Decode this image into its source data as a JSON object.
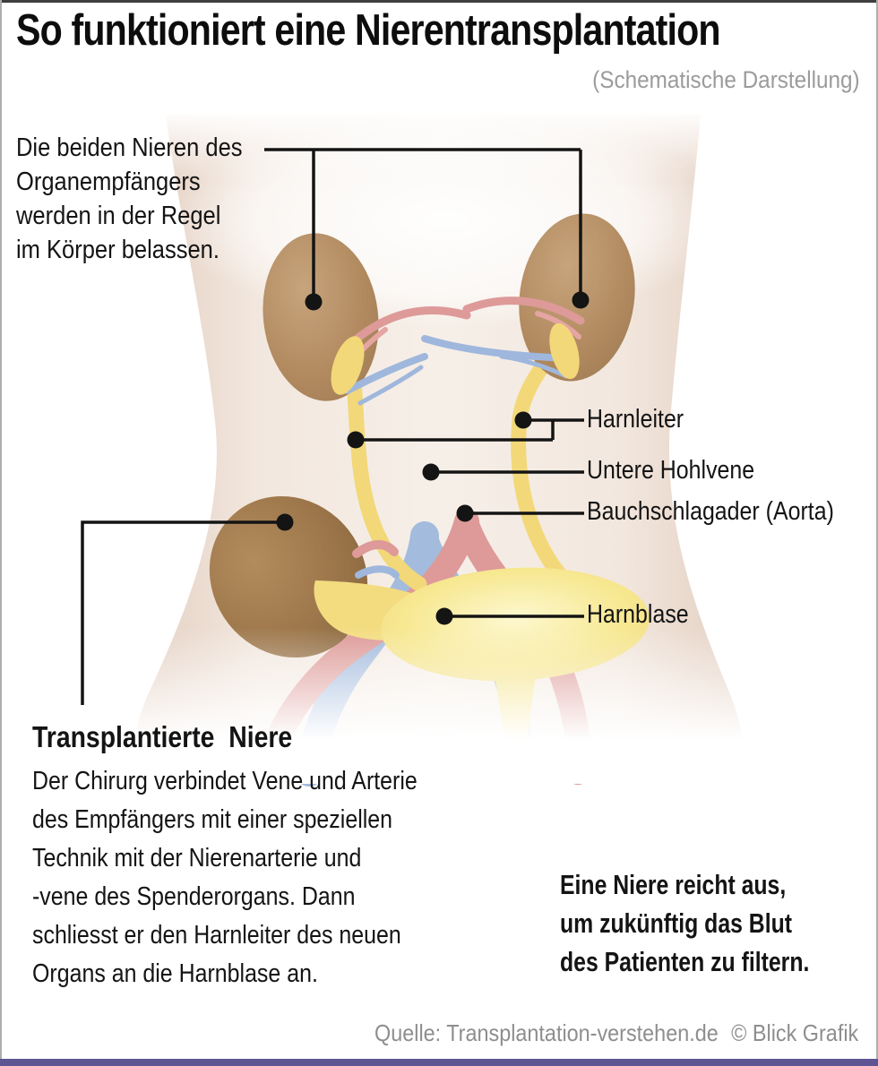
{
  "page": {
    "background": "#ffffff",
    "accent_bar_color": "#5d5494",
    "border_color": "#aeaeae"
  },
  "header": {
    "title": "So funktioniert eine Nierentransplantation",
    "subtitle": "(Schematische Darstellung)"
  },
  "annotations": {
    "native_kidneys_note": {
      "lines": [
        "Die beiden Nieren des",
        "Organempfängers",
        "werden in der Regel",
        "im Körper belassen."
      ]
    },
    "organ_labels": {
      "harnleiter": "Harnleiter",
      "untere_hohlvene": "Untere Hohlvene",
      "bauchschlagader": "Bauchschlagader (Aorta)",
      "harnblase": "Harnblase"
    },
    "transplant_note": {
      "heading": "Transplantierte  Niere",
      "lines": [
        "Der Chirurg verbindet Vene und Arterie",
        "des Empfängers mit einer speziellen",
        "Technik mit der Nierenarterie und",
        "-vene des Spenderorgans. Dann",
        "schliesst er den Harnleiter des neuen",
        "Organs an die Harnblase an."
      ]
    },
    "highlight_note": {
      "lines": [
        "Eine Niere reicht aus,",
        "um zukünftig das Blut",
        "des Patienten zu filtern."
      ]
    }
  },
  "footer": {
    "source": "Quelle: Transplantation-verstehen.de",
    "credit": "© Blick Grafik"
  },
  "colors": {
    "kidney_brown": "#b28a60",
    "transplant_kidney_brown": "#9c764a",
    "vein_blue": "#a3bbdd",
    "artery_red": "#dd9a98",
    "ureter_yellow": "#f2d878",
    "bladder_yellow": "#f7e892",
    "body_skin": "#eedfd5",
    "leader_black": "#141414",
    "subtitle_gray": "#9b9b9b",
    "footer_gray": "#8e8e8e"
  }
}
